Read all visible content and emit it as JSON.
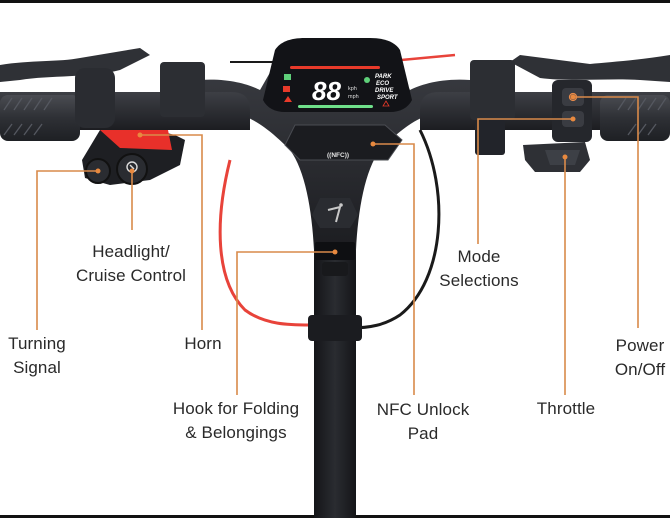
{
  "diagram": {
    "subject": "Electric scooter handlebar controls",
    "callout_color": "#d98a4a",
    "colors": {
      "body": "#25272c",
      "grip": "#3a3c42",
      "red_accent": "#e8302a",
      "red_cable": "#e8433a",
      "black_cable": "#1a1a1a",
      "display_red": "#e83a2a",
      "display_green": "#6fe08a"
    }
  },
  "display": {
    "speed_digits": "88",
    "unit_top": "kph",
    "unit_bottom": "mph",
    "modes": [
      "PARK",
      "ECO",
      "DRIVE",
      "SPORT"
    ]
  },
  "nfc_pad": {
    "badge": "((NFC))"
  },
  "labels": {
    "turning_signal": [
      "Turning",
      "Signal"
    ],
    "headlight": [
      "Headlight/",
      "Cruise Control"
    ],
    "horn": [
      "Horn"
    ],
    "hook": [
      "Hook for Folding",
      "& Belongings"
    ],
    "nfc": [
      "NFC Unlock",
      "Pad"
    ],
    "mode": [
      "Mode",
      "Selections"
    ],
    "throttle": [
      "Throttle"
    ],
    "power": [
      "Power",
      "On/Off"
    ]
  }
}
